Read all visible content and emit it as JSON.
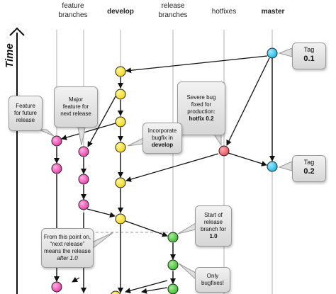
{
  "headers": {
    "feature": "feature\nbranches",
    "develop": "develop",
    "release": "release\nbranches",
    "hotfixes": "hotfixes",
    "master": "master"
  },
  "axis_label": "Time",
  "tags": [
    {
      "label": "Tag",
      "version": "0.1"
    },
    {
      "label": "Tag",
      "version": "0.2"
    }
  ],
  "notes": {
    "feature_future": [
      "Feature",
      "for future",
      "release"
    ],
    "major_feature": [
      "Major",
      "feature for",
      "next release"
    ],
    "severe_bug": [
      "Severe bug",
      "fixed for",
      "production:",
      "hotfix 0.2"
    ],
    "incorporate": [
      "Incorporate",
      "bugfix in",
      "develop"
    ],
    "start_release": [
      "Start of",
      "release",
      "branch for",
      "1.0"
    ],
    "from_this_point": [
      "From this point on,",
      "“next release”",
      "means the release",
      "after 1.0"
    ],
    "only_bugfixes": [
      "Only",
      "bugfixes!"
    ]
  },
  "colors": {
    "master": "#19b6e8",
    "develop": "#f2d80a",
    "feature": "#e83aa8",
    "release": "#3bb830",
    "hotfix": "#e84a55",
    "lane": "#d8d8d8",
    "arrow": "#111111"
  }
}
